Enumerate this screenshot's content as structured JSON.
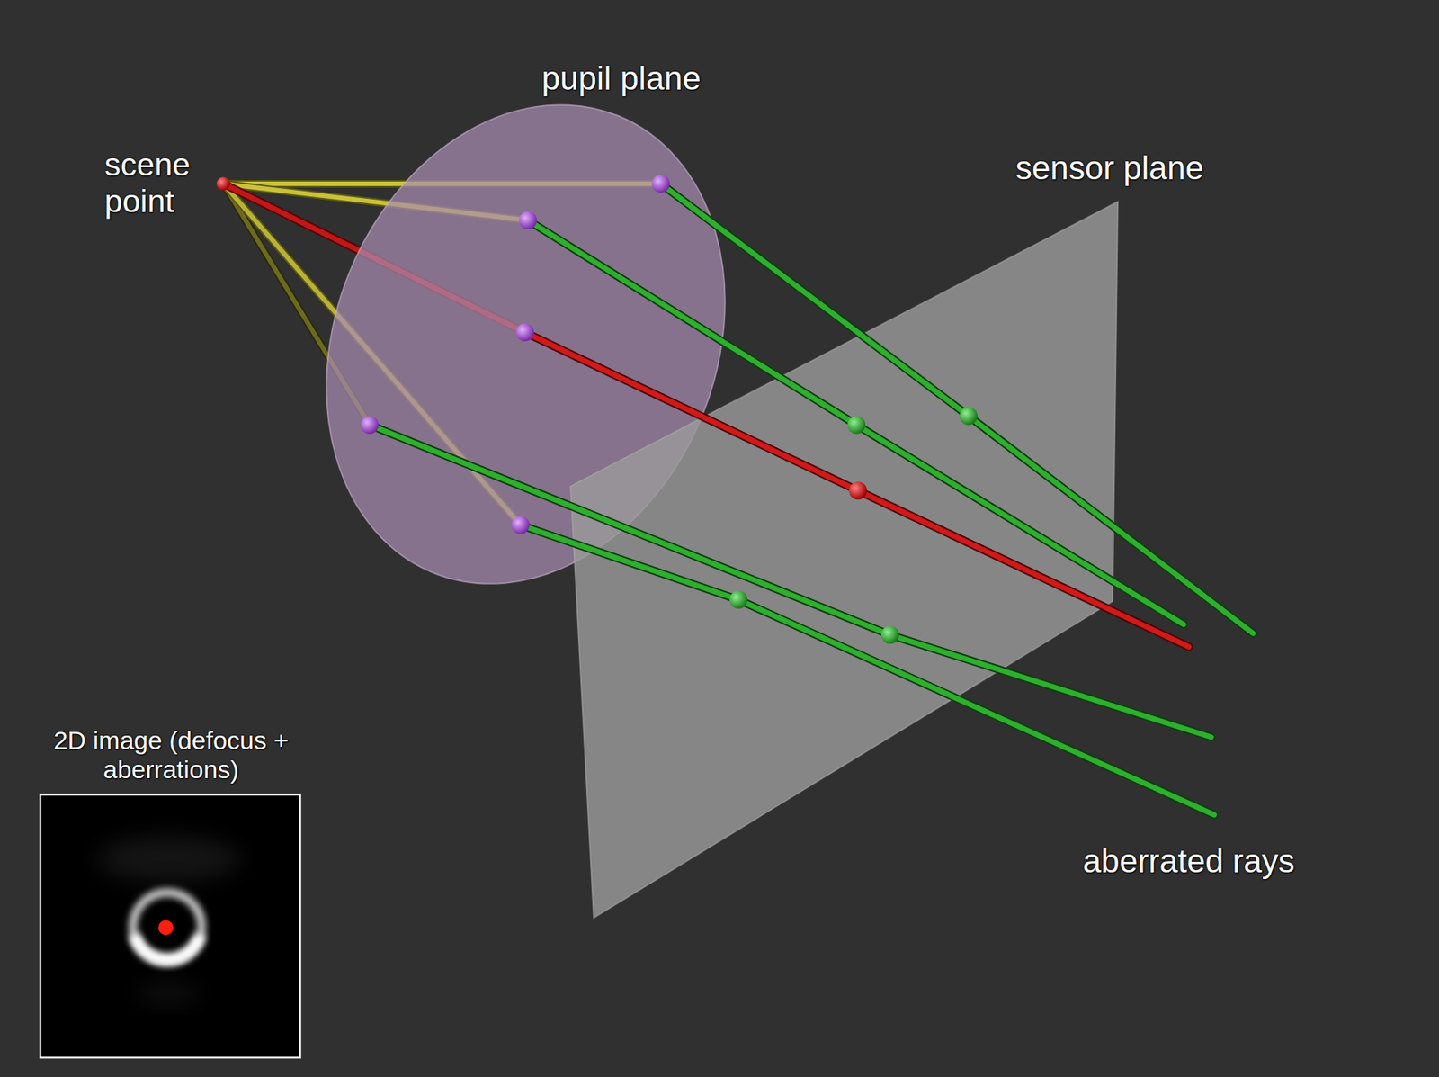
{
  "diagram": {
    "labels": [
      "pupil plane",
      "scene point",
      "sensor plane",
      "aberrated rays",
      "2D image (defocus + aberrations)"
    ]
  }
}
